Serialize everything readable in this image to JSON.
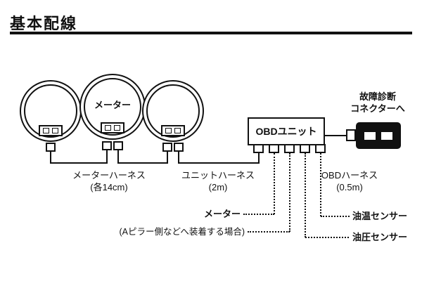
{
  "title": "基本配線",
  "colors": {
    "ink": "#111111",
    "background": "#ffffff"
  },
  "gauges": {
    "center_label": "メーター"
  },
  "obd_unit": {
    "label": "OBDユニット"
  },
  "diagnostic_connector": {
    "label_line1": "故障診断",
    "label_line2": "コネクターへ"
  },
  "harness_labels": {
    "meter": {
      "name": "メーターハーネス",
      "spec": "(各14cm)"
    },
    "unit": {
      "name": "ユニットハーネス",
      "spec": "(2m)"
    },
    "obd": {
      "name": "OBDハーネス",
      "spec": "(0.5m)"
    }
  },
  "port_labels": {
    "meter": "メーター",
    "meter_note": "(Aピラー側などへ装着する場合)",
    "oil_temp_sensor": "油温センサー",
    "oil_pressure_sensor": "油圧センサー"
  }
}
